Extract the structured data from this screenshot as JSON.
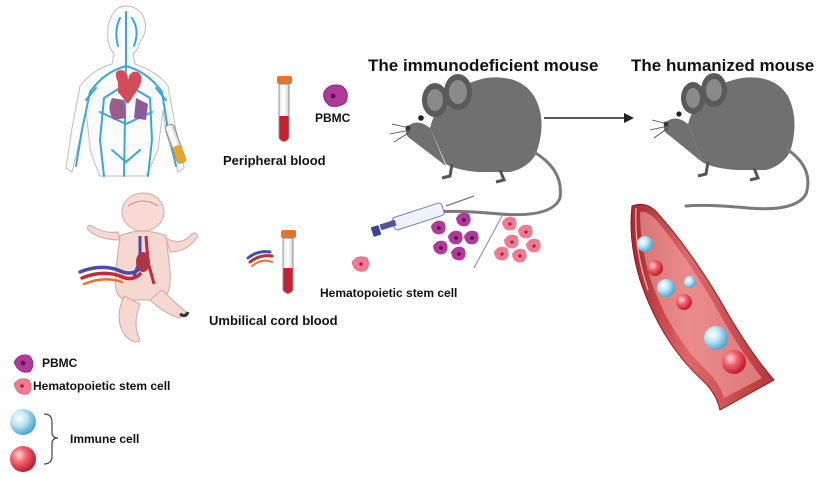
{
  "labels": {
    "title_immunodeficient": "The immunodeficient mouse",
    "title_humanized": "The humanized mouse",
    "pbmc_near_tube": "PBMC",
    "peripheral_blood": "Peripheral blood",
    "umbilical_cord_blood": "Umbilical cord blood",
    "hsc_near_syringe": "Hematopoietic stem cell"
  },
  "legend": {
    "pbmc": "PBMC",
    "hsc": "Hematopoietic stem cell",
    "immune_cell": "Immune cell"
  },
  "colors": {
    "vein_blue": "#3aa6d8",
    "pbmc_magenta": "#b0399a",
    "hsc_pink": "#f07a92",
    "blood_red": "#c8202f",
    "vessel_red": "#d9534f",
    "immune_blue": "#9fd6ee",
    "mouse_gray": "#6f6f6f",
    "skin": "#f6d7d2"
  }
}
